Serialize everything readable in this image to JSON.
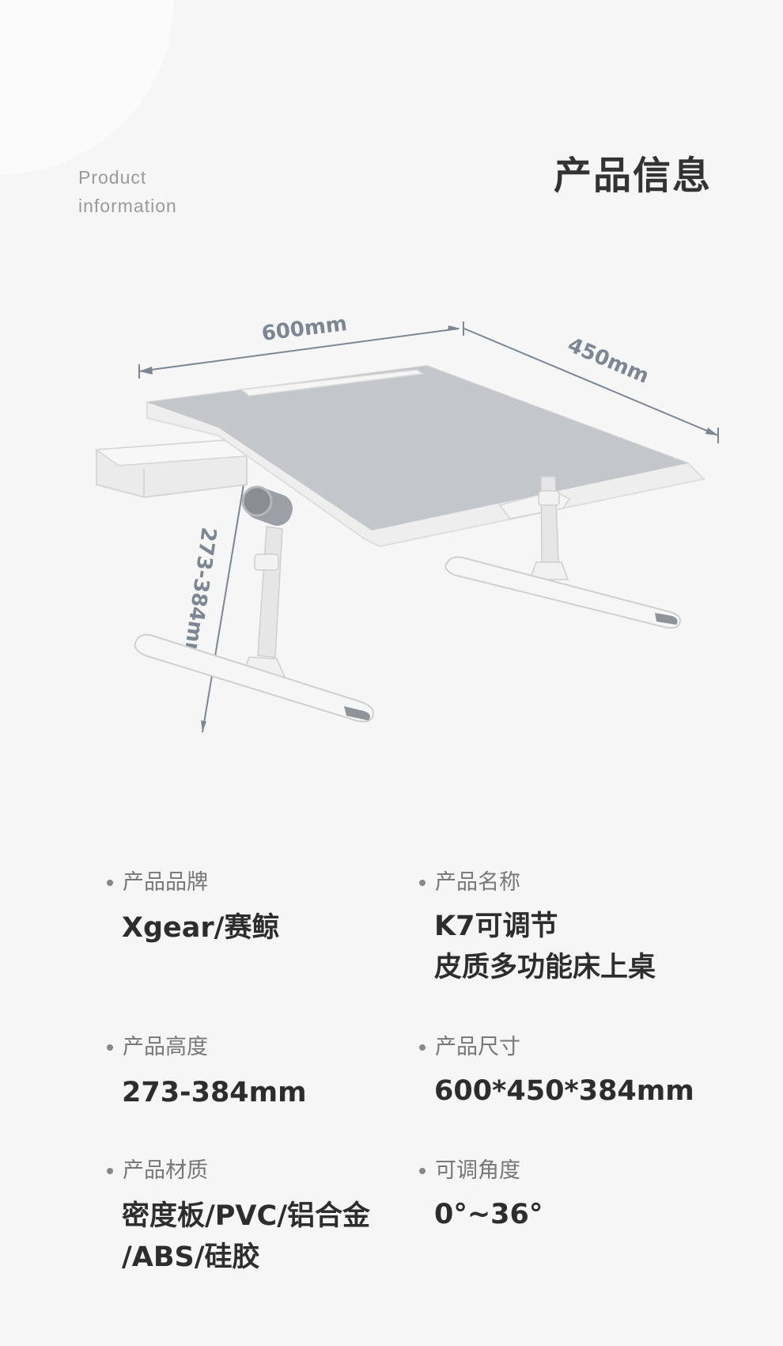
{
  "header": {
    "en_title_line1": "Product",
    "en_title_line2": "information",
    "cn_title": "产品信息"
  },
  "illustration": {
    "dim_width": "600mm",
    "dim_depth": "450mm",
    "dim_height": "273-384mm"
  },
  "specs": [
    {
      "label": "产品品牌",
      "value_lines": [
        "Xgear/赛鲸"
      ]
    },
    {
      "label": "产品名称",
      "value_lines": [
        "K7可调节",
        "皮质多功能床上桌"
      ]
    },
    {
      "label": "产品高度",
      "value_lines": [
        "273-384mm"
      ]
    },
    {
      "label": "产品尺寸",
      "value_lines": [
        "600*450*384mm"
      ]
    },
    {
      "label": "产品材质",
      "value_lines": [
        "密度板/PVC/铝合金",
        "/ABS/硅胶"
      ]
    },
    {
      "label": "可调角度",
      "value_lines": [
        "0°~36°"
      ]
    }
  ]
}
